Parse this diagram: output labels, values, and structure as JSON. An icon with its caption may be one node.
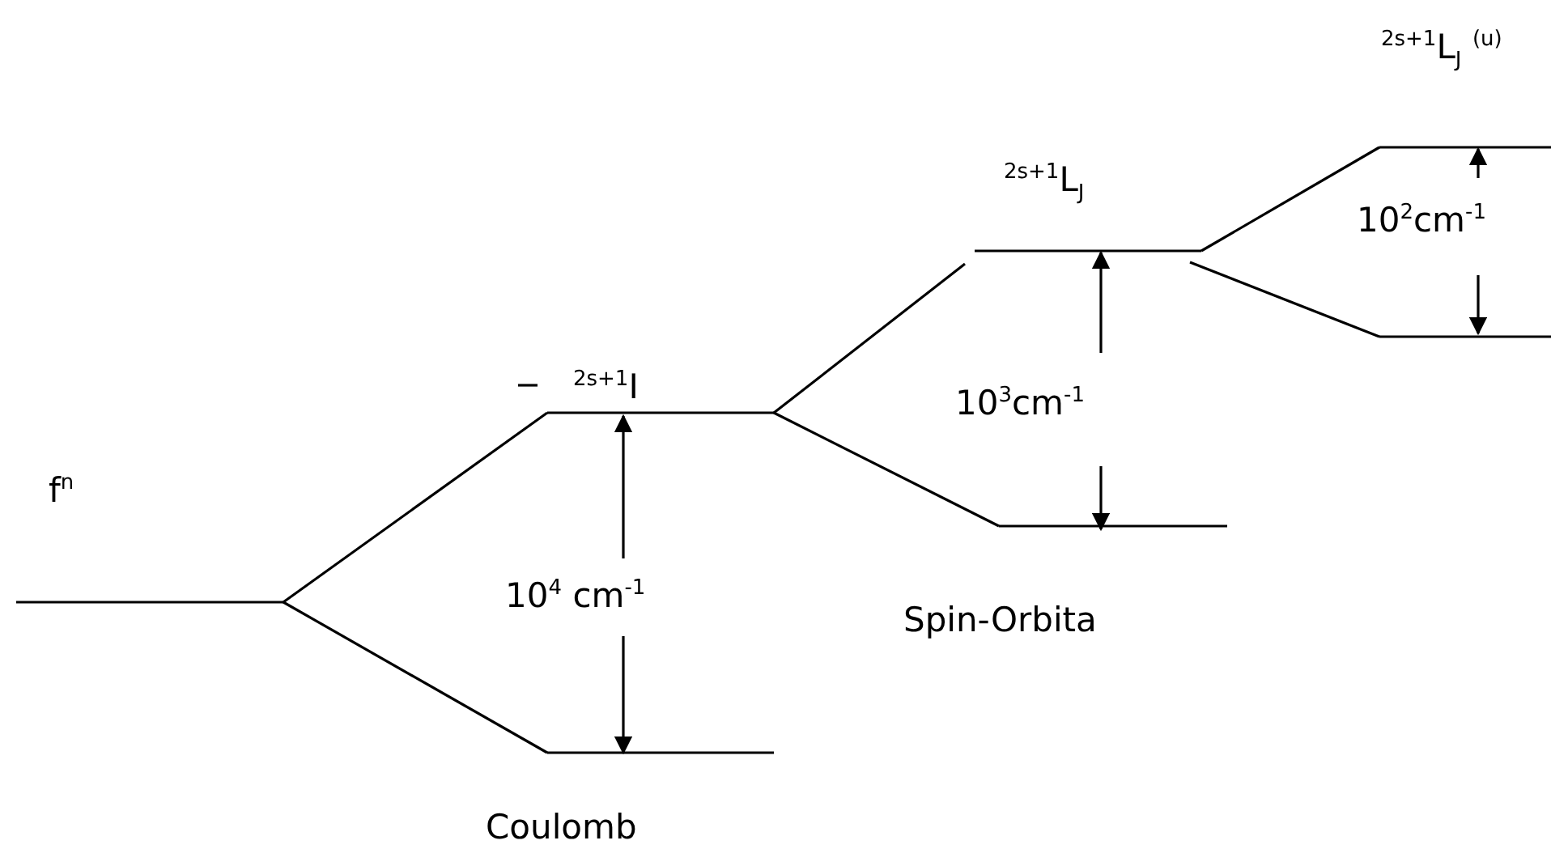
{
  "diagram": {
    "labels": [
      "$^{2s+1}$L$_{J}$ $^{(u)}$",
      "$^{2s+1}$L$_{J}$",
      "10$^{2}$cm$^{-1}$",
      "$^{2s+1}$I",
      "10$^{3}$cm$^{-1}$",
      "f$^{n}$",
      "10$^{4}$ cm$^{-1}$",
      "Spin-Orbita",
      "Coulomb"
    ]
  }
}
